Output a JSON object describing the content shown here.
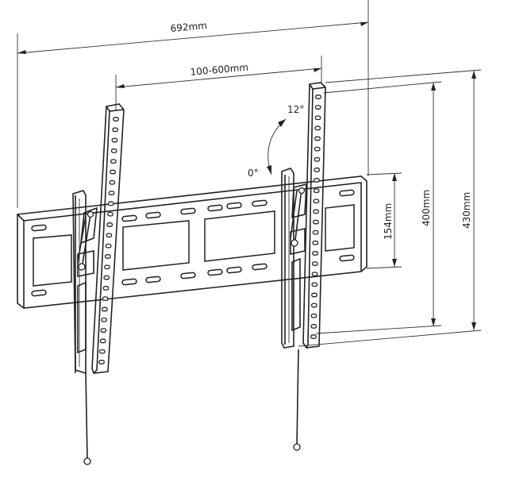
{
  "diagram": {
    "dimensions": {
      "overall_width": "692mm",
      "vesa_range": "100-600mm",
      "plate_height": "154mm",
      "rail_spacing": "400mm",
      "rail_height": "430mm"
    },
    "tilt": {
      "max": "12°",
      "min": "0°"
    }
  }
}
